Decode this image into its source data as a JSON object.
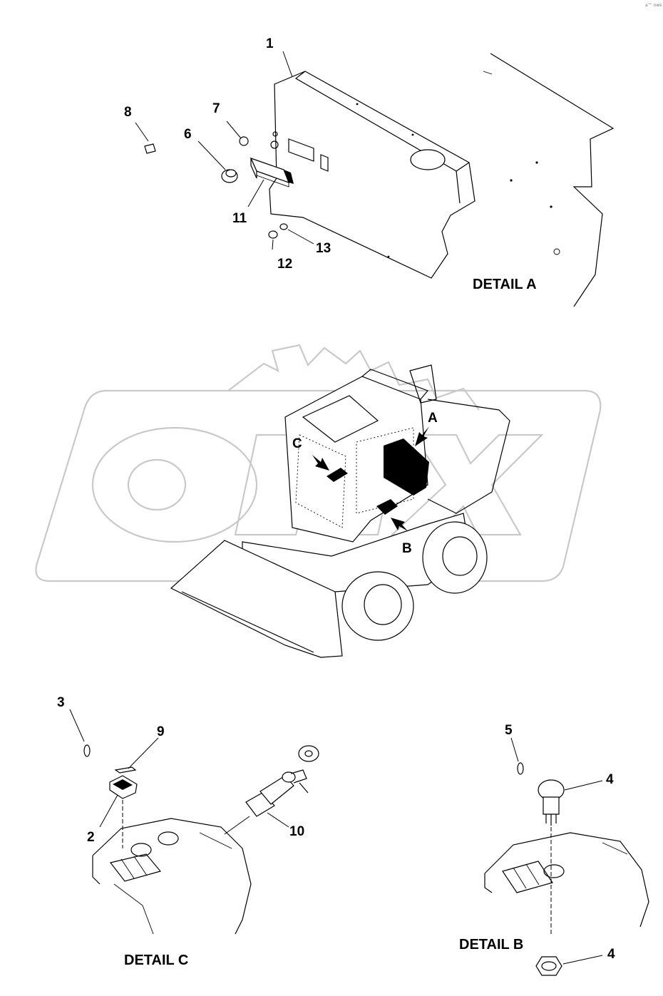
{
  "corner_mark": "a™ nws",
  "details": {
    "a": {
      "title": "DETAIL A"
    },
    "b": {
      "title": "DETAIL B"
    },
    "c": {
      "title": "DETAIL C"
    }
  },
  "callouts": {
    "n1": "1",
    "n2": "2",
    "n3": "3",
    "n4_top": "4",
    "n4_bottom": "4",
    "n5": "5",
    "n6": "6",
    "n7": "7",
    "n8": "8",
    "n9": "9",
    "n10": "10",
    "n11": "11",
    "n12": "12",
    "n13": "13"
  },
  "view_markers": {
    "a": "A",
    "b": "B",
    "c": "C"
  },
  "watermark": {
    "brand": "OMX",
    "color": "#c9c9c9"
  },
  "colors": {
    "line": "#000000",
    "background": "#ffffff"
  }
}
